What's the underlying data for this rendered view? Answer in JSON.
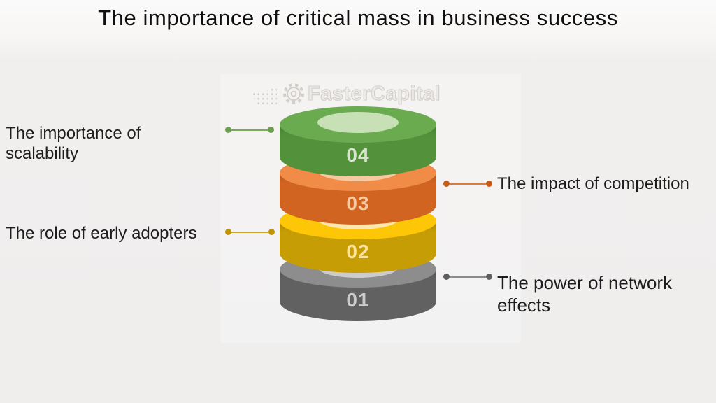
{
  "page": {
    "title": "The importance of critical mass in business success"
  },
  "watermark": {
    "brand": "FasterCapital"
  },
  "colors": {
    "background": "#f0efee",
    "title_text": "#0f0f0f",
    "label_text": "#1d1d1d",
    "watermark_outline": "#d2cfcb",
    "green_top": "#6aab50",
    "green_side": "#53913b",
    "orange_top": "#f08c48",
    "orange_side": "#d26422",
    "yellow_top": "#fdc607",
    "yellow_side": "#c69d04",
    "gray_top": "#8d8d8d",
    "gray_side": "#616161"
  },
  "diagram": {
    "type": "stacked-disc-levels",
    "levels": [
      {
        "number": "04",
        "color_name": "green",
        "label": "The importance of scalability",
        "label_side": "left"
      },
      {
        "number": "03",
        "color_name": "orange",
        "label": "The impact of competition",
        "label_side": "right"
      },
      {
        "number": "02",
        "color_name": "yellow",
        "label": "The role of early adopters",
        "label_side": "left"
      },
      {
        "number": "01",
        "color_name": "gray",
        "label": "The power of network effects",
        "label_side": "right"
      }
    ]
  }
}
